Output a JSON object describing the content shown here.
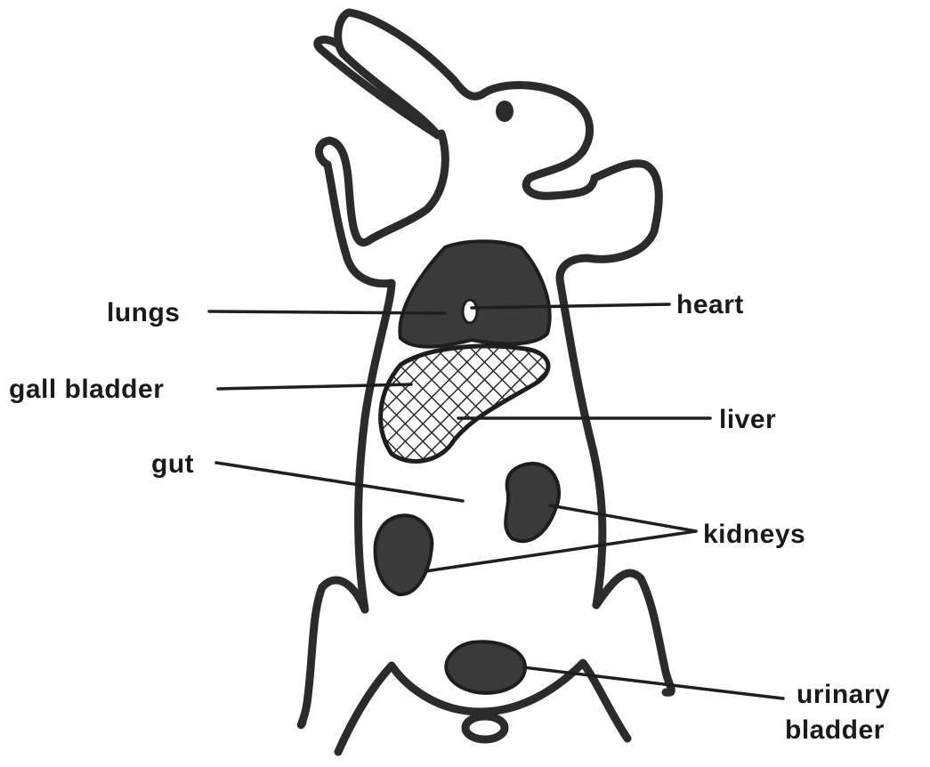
{
  "labels": {
    "lungs": "lungs",
    "heart": "heart",
    "gall_bladder": "gall bladder",
    "liver": "liver",
    "gut": "gut",
    "kidneys": "kidneys",
    "urinary_line1": "urinary",
    "urinary_line2": "bladder"
  },
  "colors": {
    "ink": "#1a1a1a",
    "organ_fill": "#3a3a3a",
    "background": "#ffffff"
  }
}
